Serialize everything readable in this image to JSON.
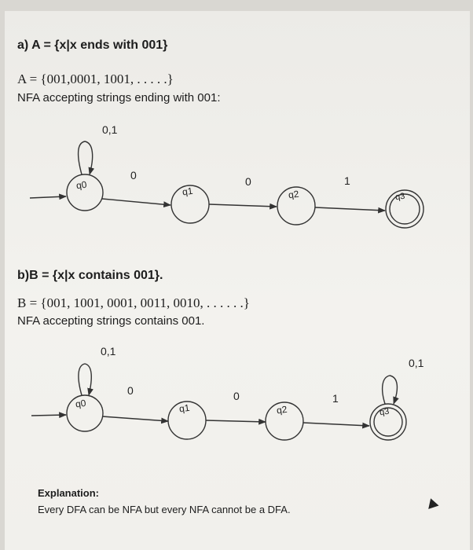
{
  "part_a": {
    "heading": "a) A = {x|x ends with 001}",
    "set": "A = {001,0001, 1001, . . . . .}",
    "description": "NFA accepting strings ending with 001:",
    "loop_label": "0,1",
    "states": [
      "q0",
      "q1",
      "q2",
      "q3"
    ],
    "transition_labels": [
      "0",
      "0",
      "1"
    ]
  },
  "part_b": {
    "heading": "b)B = {x|x contains 001}.",
    "set": "B = {001, 1001, 0001, 0011, 0010, . . . . . .}",
    "description": "NFA accepting strings contains 001.",
    "loop_label_q0": "0,1",
    "loop_label_q3": "0,1",
    "states": [
      "q0",
      "q1",
      "q2",
      "q3"
    ],
    "transition_labels": [
      "0",
      "0",
      "1"
    ]
  },
  "explanation": {
    "title": "Explanation:",
    "body": "Every DFA can be NFA but every NFA cannot be a DFA."
  }
}
